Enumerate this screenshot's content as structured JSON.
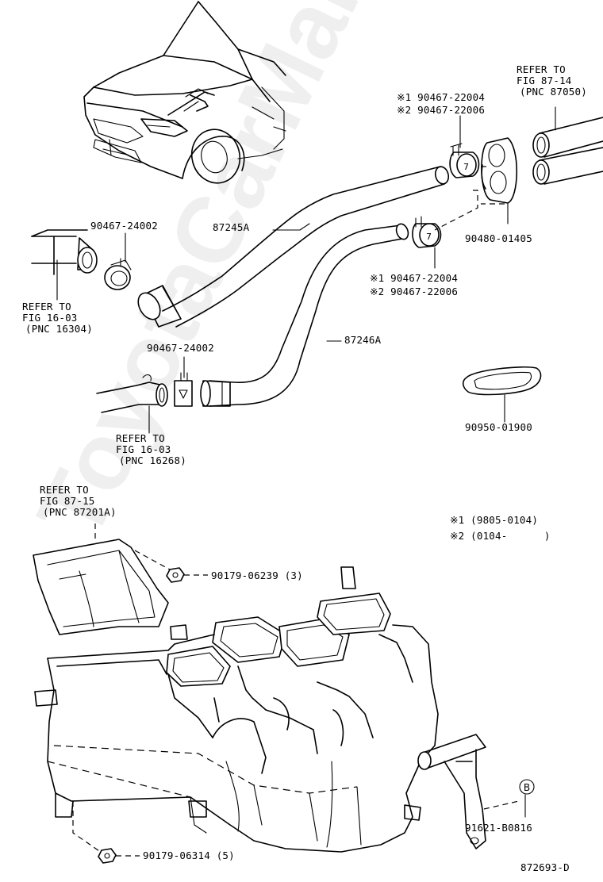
{
  "labels": {
    "refer_87_14": [
      "REFER TO",
      "FIG 87-14",
      "(PNC 87050)"
    ],
    "clamp_top_1": "※1 90467-22004",
    "clamp_top_2": "※2 90467-22006",
    "hose_87245a": "87245A",
    "clip_24002_top": "90467-24002",
    "grommet_01405": "90480-01405",
    "clamp_mid_1": "※1 90467-22004",
    "clamp_mid_2": "※2 90467-22006",
    "refer_16_03_a": [
      "REFER TO",
      "FIG 16-03",
      "(PNC 16304)"
    ],
    "clip_24002_mid": "90467-24002",
    "hose_87246a": "87246A",
    "refer_16_03_b": [
      "REFER TO",
      "FIG 16-03",
      "(PNC 16268)"
    ],
    "grommet_01900": "90950-01900",
    "refer_87_15": [
      "REFER TO",
      "FIG 87-15",
      "(PNC 87201A)"
    ],
    "note_1": "※1 (9805-0104)",
    "note_2": "※2 (0104-      )",
    "nut_06239": "90179-06239 (3)",
    "callout_b": "B",
    "bolt_b0816": "91621-B0816",
    "nut_06314": "90179-06314 (5)",
    "diagram_code": "872693-D"
  },
  "watermark": "ToyotaCarManual",
  "icons": [
    "car-icon",
    "hose-icon",
    "clamp-icon",
    "grommet-icon",
    "nut-icon",
    "heater-unit-icon",
    "bracket-icon"
  ]
}
